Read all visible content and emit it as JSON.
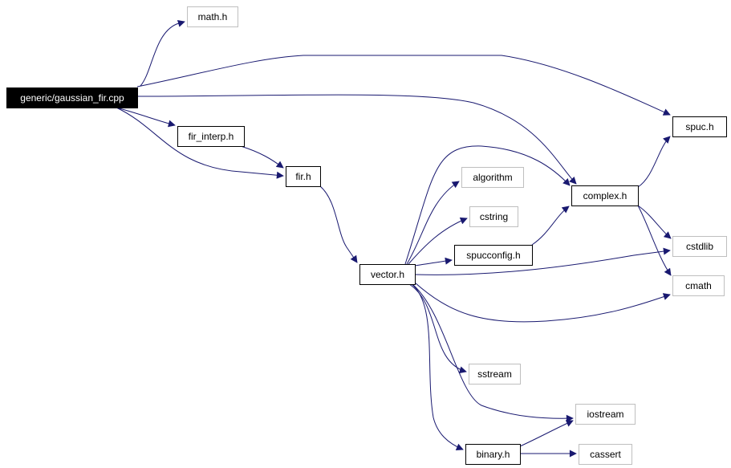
{
  "colors": {
    "edge": "#191970",
    "root_fill": "#000000",
    "root_text": "#ffffff",
    "node_border": "#000000",
    "external_border": "#bfbfbf",
    "text": "#000000"
  },
  "nodes": [
    {
      "id": "generic-gaussian-fir-cpp",
      "label": "generic/gaussian_fir.cpp",
      "kind": "root"
    },
    {
      "id": "math-h",
      "label": "math.h",
      "kind": "external"
    },
    {
      "id": "spuc-h",
      "label": "spuc.h",
      "kind": "normal"
    },
    {
      "id": "fir-interp-h",
      "label": "fir_interp.h",
      "kind": "normal"
    },
    {
      "id": "fir-h",
      "label": "fir.h",
      "kind": "normal"
    },
    {
      "id": "complex-h",
      "label": "complex.h",
      "kind": "normal"
    },
    {
      "id": "algorithm",
      "label": "algorithm",
      "kind": "external"
    },
    {
      "id": "cstring",
      "label": "cstring",
      "kind": "external"
    },
    {
      "id": "spucconfig-h",
      "label": "spucconfig.h",
      "kind": "normal"
    },
    {
      "id": "cstdlib",
      "label": "cstdlib",
      "kind": "external"
    },
    {
      "id": "vector-h",
      "label": "vector.h",
      "kind": "normal"
    },
    {
      "id": "cmath",
      "label": "cmath",
      "kind": "external"
    },
    {
      "id": "sstream",
      "label": "sstream",
      "kind": "external"
    },
    {
      "id": "iostream",
      "label": "iostream",
      "kind": "external"
    },
    {
      "id": "binary-h",
      "label": "binary.h",
      "kind": "normal"
    },
    {
      "id": "cassert",
      "label": "cassert",
      "kind": "external"
    }
  ],
  "edges": [
    {
      "from": "generic-gaussian-fir-cpp",
      "to": "math-h"
    },
    {
      "from": "generic-gaussian-fir-cpp",
      "to": "spuc-h"
    },
    {
      "from": "generic-gaussian-fir-cpp",
      "to": "complex-h"
    },
    {
      "from": "generic-gaussian-fir-cpp",
      "to": "fir-interp-h"
    },
    {
      "from": "generic-gaussian-fir-cpp",
      "to": "fir-h"
    },
    {
      "from": "fir-interp-h",
      "to": "fir-h"
    },
    {
      "from": "fir-h",
      "to": "vector-h"
    },
    {
      "from": "complex-h",
      "to": "spuc-h"
    },
    {
      "from": "complex-h",
      "to": "cstdlib"
    },
    {
      "from": "complex-h",
      "to": "cmath"
    },
    {
      "from": "spucconfig-h",
      "to": "complex-h"
    },
    {
      "from": "vector-h",
      "to": "complex-h"
    },
    {
      "from": "vector-h",
      "to": "algorithm"
    },
    {
      "from": "vector-h",
      "to": "cstring"
    },
    {
      "from": "vector-h",
      "to": "spucconfig-h"
    },
    {
      "from": "vector-h",
      "to": "cstdlib"
    },
    {
      "from": "vector-h",
      "to": "cmath"
    },
    {
      "from": "vector-h",
      "to": "sstream"
    },
    {
      "from": "vector-h",
      "to": "iostream"
    },
    {
      "from": "vector-h",
      "to": "binary-h"
    },
    {
      "from": "binary-h",
      "to": "iostream"
    },
    {
      "from": "binary-h",
      "to": "cassert"
    }
  ]
}
